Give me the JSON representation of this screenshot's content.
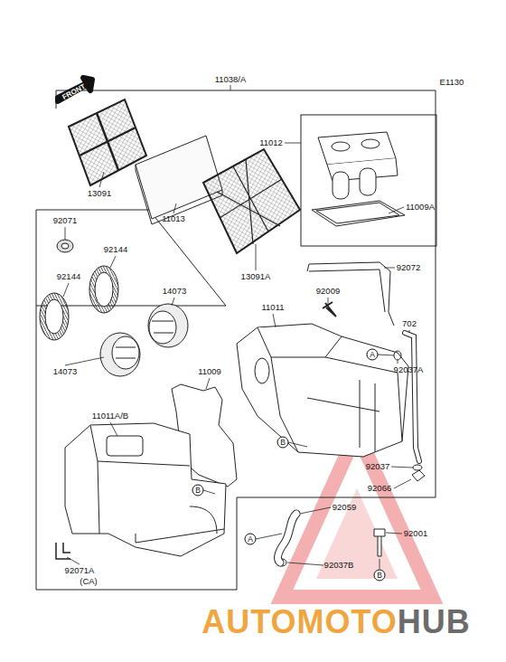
{
  "diagram": {
    "labels": [
      "E1130",
      "FRONT",
      "11038/A",
      "11012",
      "11009A",
      "13091",
      "11013",
      "13091A",
      "92072",
      "92071",
      "92144",
      "92144",
      "14073",
      "14073",
      "92009",
      "11011",
      "702",
      "A",
      "92037A",
      "11009",
      "B",
      "11011A/B",
      "B",
      "92037",
      "92066",
      "92059",
      "A",
      "92001",
      "92037B",
      "B",
      "92071A",
      "(CA)",
      "AUTOMOTO",
      "HUB"
    ]
  }
}
